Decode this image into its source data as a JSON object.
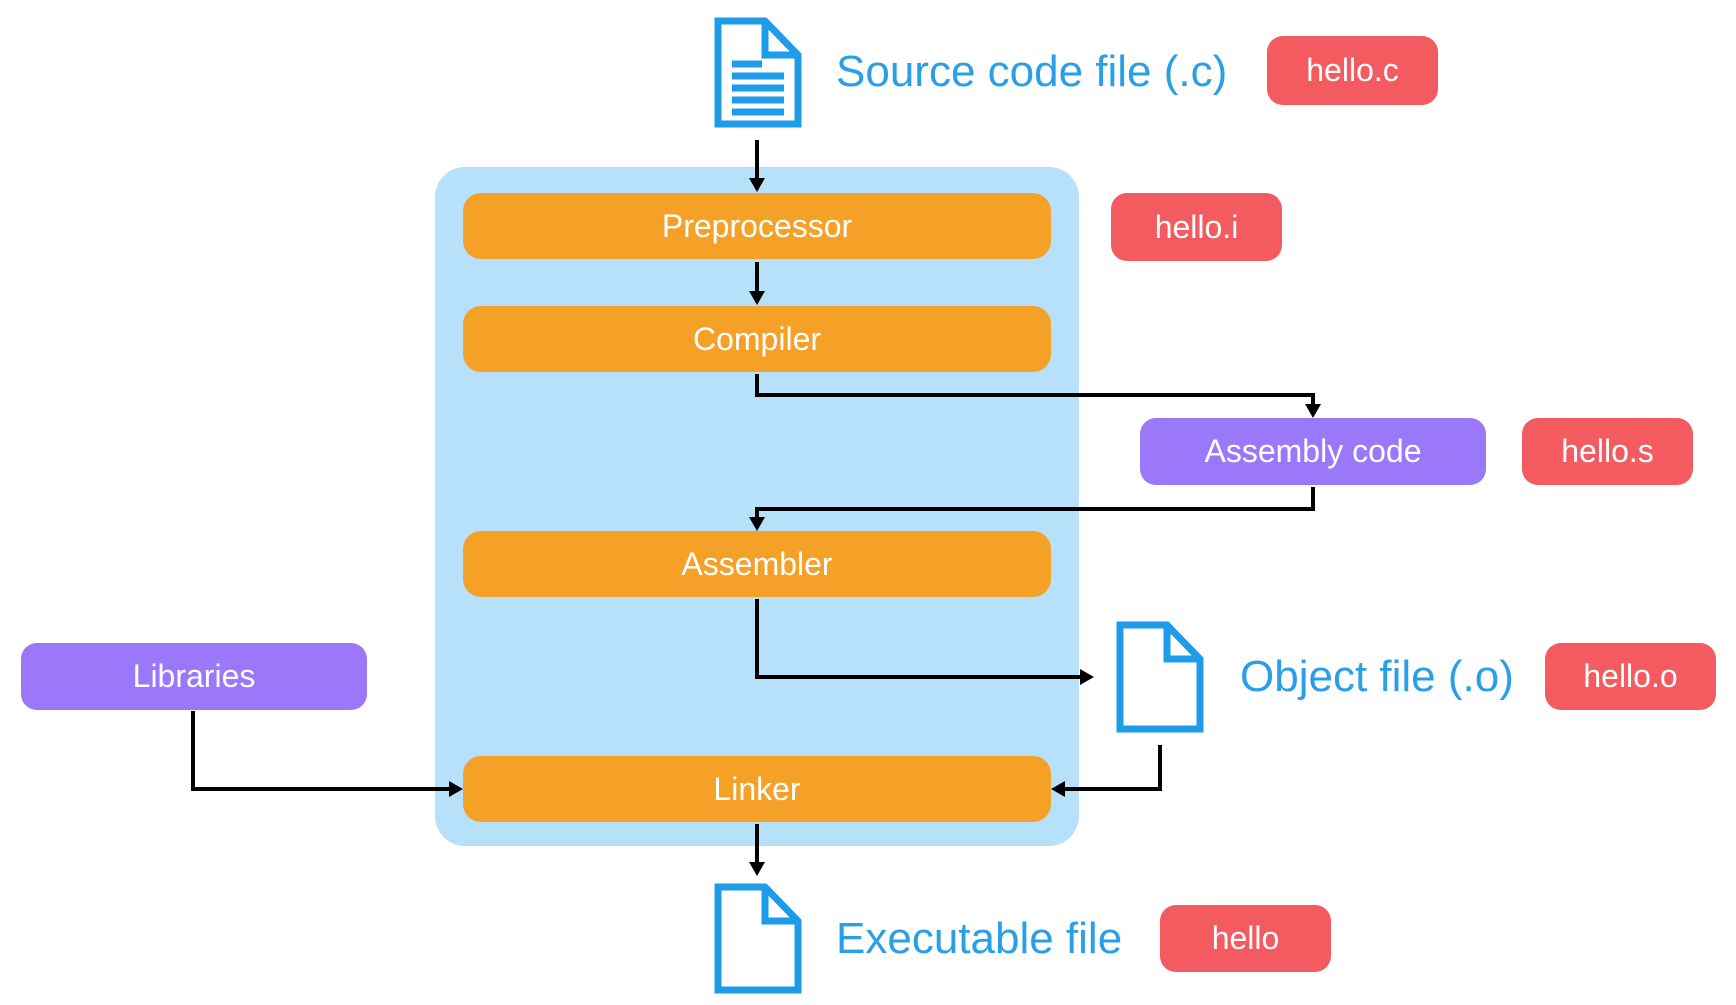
{
  "source": {
    "label": "Source code file (.c)",
    "tag": "hello.c"
  },
  "stages": {
    "preprocessor": {
      "label": "Preprocessor",
      "tag": "hello.i"
    },
    "compiler": {
      "label": "Compiler"
    },
    "assembler": {
      "label": "Assembler"
    },
    "linker": {
      "label": "Linker"
    }
  },
  "assembly": {
    "label": "Assembly code",
    "tag": "hello.s"
  },
  "object": {
    "label": "Object file (.o)",
    "tag": "hello.o"
  },
  "libraries": {
    "label": "Libraries"
  },
  "executable": {
    "label": "Executable file",
    "tag": "hello"
  },
  "colors": {
    "stage": "#f5a026",
    "container": "#b7e0fb",
    "purple_box": "#9b78fa",
    "tag": "#f45b61",
    "file_title": "#2a9fe8",
    "file_icon": "#1e9be9",
    "arrow": "#000000"
  },
  "icons": [
    "document-lines-icon",
    "document-icon",
    "document-icon"
  ]
}
